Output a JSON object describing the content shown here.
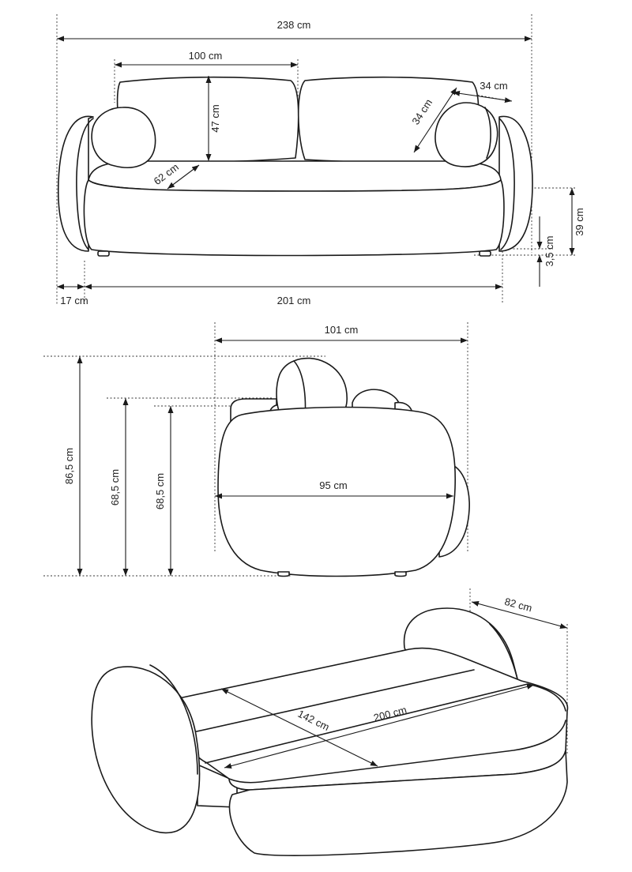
{
  "front_view": {
    "dims": {
      "total_width": "238 cm",
      "cushion_width": "100 cm",
      "back_height": "47 cm",
      "pillow_height": "34 cm",
      "pillow_width": "34 cm",
      "seat_depth": "62 cm",
      "seat_height": "39 cm",
      "leg_height": "3,5 cm",
      "armrest_width": "17 cm",
      "seat_width": "201 cm"
    }
  },
  "side_view": {
    "dims": {
      "depth": "101 cm",
      "total_height": "86,5 cm",
      "armrest_height_a": "68,5 cm",
      "armrest_height_b": "68,5 cm",
      "inner_depth": "95 cm"
    }
  },
  "bed_view": {
    "dims": {
      "bed_depth": "82 cm",
      "bed_width": "142 cm",
      "bed_length": "200 cm"
    }
  }
}
